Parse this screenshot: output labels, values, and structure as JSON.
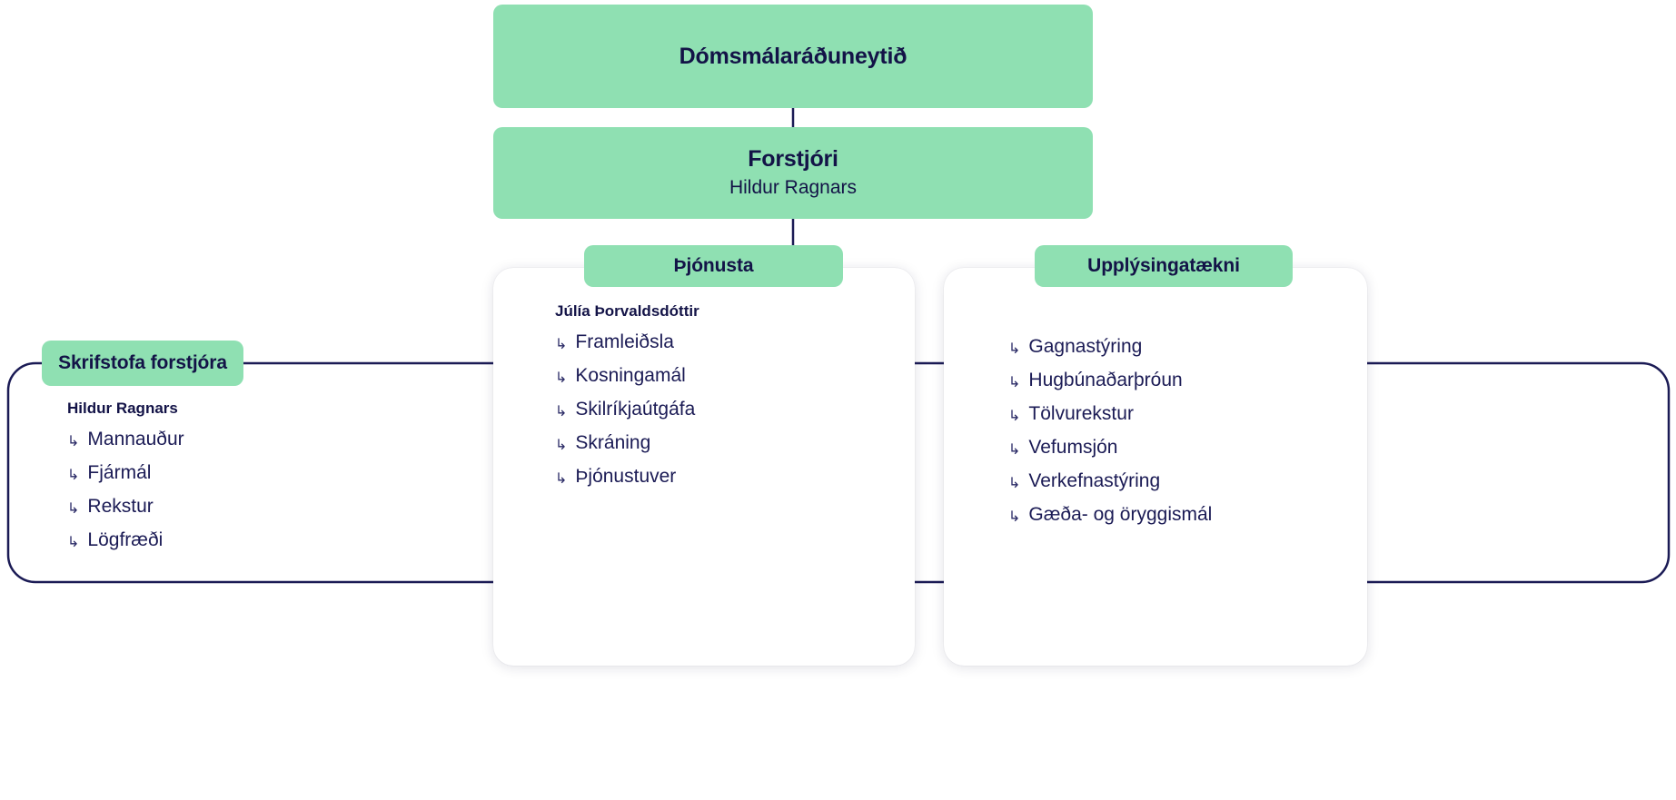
{
  "org": {
    "ministry": {
      "title": "Dómsmálaráðuneytið"
    },
    "director": {
      "title": "Forstjóri",
      "name": "Hildur Ragnars"
    },
    "arrow_icon": "↳",
    "colors": {
      "header_green": "#8FE0B2",
      "text_navy": "#131347",
      "connector_navy": "#1B1B55",
      "card_white": "#FFFFFF"
    },
    "units": [
      {
        "id": "office",
        "header": "Skrifstofa forstjóra",
        "lead": "Hildur Ragnars",
        "items": [
          "Mannauður",
          "Fjármál",
          "Rekstur",
          "Lögfræði"
        ]
      },
      {
        "id": "service",
        "header": "Þjónusta",
        "lead": "Júlía Þorvaldsdóttir",
        "items": [
          "Framleiðsla",
          "Kosningamál",
          "Skilríkjaútgáfa",
          "Skráning",
          "Þjónustuver"
        ]
      },
      {
        "id": "it",
        "header": "Upplýsingatækni",
        "lead": "",
        "items": [
          "Gagnastýring",
          "Hugbúnaðarþróun",
          "Tölvurekstur",
          "Vefumsjón",
          "Verkefnastýring",
          "Gæða- og öryggismál"
        ]
      }
    ]
  }
}
